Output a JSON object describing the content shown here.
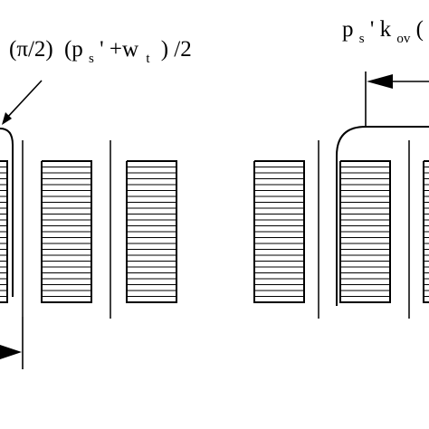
{
  "labels": {
    "left_pi": "(π/2)",
    "left_paren_open": "(p",
    "left_sub_s": "s",
    "left_prime_plus": "' +w",
    "left_sub_t": "t",
    "left_tail": ") /2",
    "right_p": "p",
    "right_sub_s": "s",
    "right_prime_k": "' k",
    "right_sub_ov": "ov",
    "right_tail": "("
  },
  "colors": {
    "ink": "#000000",
    "paper": "#ffffff"
  }
}
